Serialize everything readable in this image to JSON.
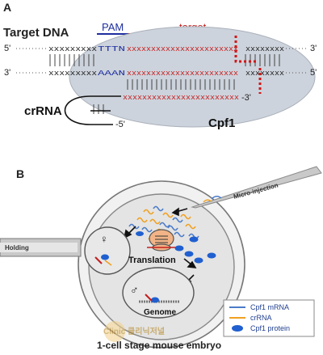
{
  "panel_a": {
    "label": "A",
    "title": "Target DNA",
    "pam_label": "PAM",
    "target_label": "target",
    "strand_top": {
      "end_left": "5'",
      "end_right": "3'",
      "seq_x": "xxxxxxxxx",
      "pam_seq": "TTTN",
      "target_seq": "xxxxxxxxxxxxxxxxxxxxxxx",
      "tail_seq": "xxxxxxxx"
    },
    "strand_bottom": {
      "end_left": "3'",
      "end_right": "5'",
      "seq_x": "xxxxxxxxx",
      "pam_seq": "AAAN",
      "target_seq": "xxxxxxxxxxxxxxxxxxxxxxx",
      "tail_seq": "xxxxxxxx"
    },
    "crrna": {
      "label": "crRNA",
      "seq": "xxxxxxxxxxxxxxxxxxxxxxxx",
      "end_3": "-3'",
      "end_5": "-5'"
    },
    "protein_label": "Cpf1"
  },
  "panel_b": {
    "label": "B",
    "micro_injection": "Micro-injection",
    "holding": "Holding",
    "translation": "Translation",
    "genome": "Genome",
    "female_symbol": "♀",
    "male_symbol": "♂",
    "caption": "1-cell stage mouse embryo",
    "legend": [
      {
        "label": "Cpf1 mRNA",
        "kind": "line",
        "color": "#4a7bc8"
      },
      {
        "label": "crRNA",
        "kind": "line",
        "color": "#f0a020"
      },
      {
        "label": "Cpf1 protein",
        "kind": "ellipse",
        "color": "#1f5fd0"
      }
    ],
    "watermark": "Clinic 클리닉저널"
  },
  "colors": {
    "pam_blue": "#1f2f9f",
    "target_red": "#c41e1e",
    "protein_fill": "#cdd3dc",
    "protein_blue": "#1f5fd0",
    "mrna_blue": "#4a7bc8",
    "crrna_orange": "#f0a020"
  }
}
